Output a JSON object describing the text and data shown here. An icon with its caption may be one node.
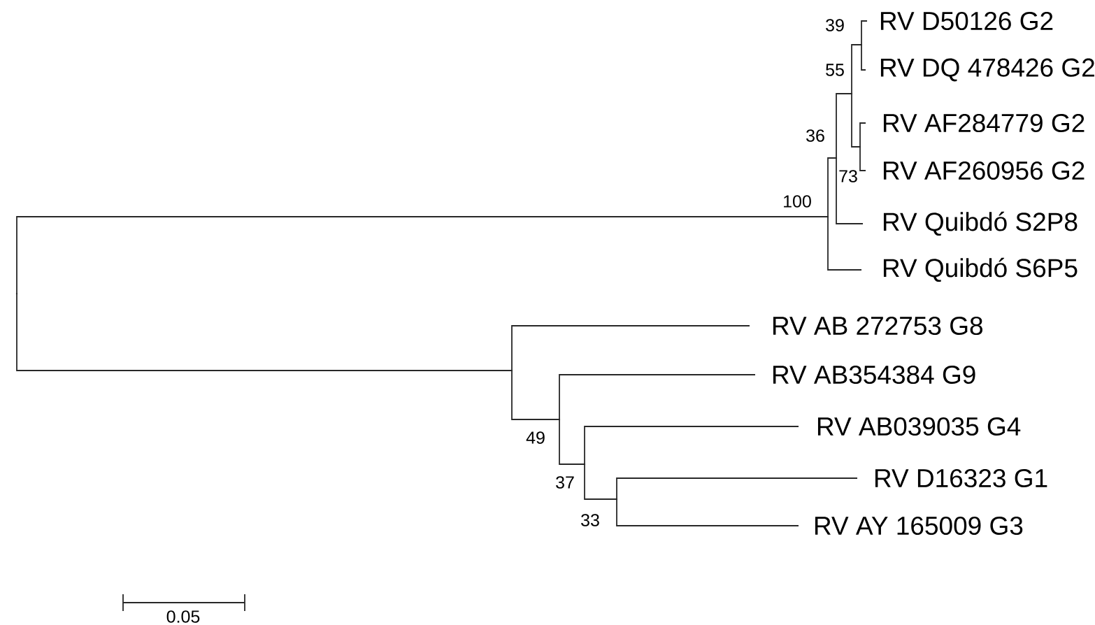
{
  "diagram": {
    "nodes": [
      {
        "text": [],
        "shape": "point"
      },
      {
        "text": [],
        "shape": "point",
        "beside": [
          "100"
        ]
      },
      {
        "text": [],
        "shape": "point",
        "beside": [
          "36"
        ]
      },
      {
        "text": [],
        "shape": "point",
        "beside": [
          "55"
        ]
      },
      {
        "text": [],
        "shape": "point",
        "beside": [
          "39"
        ]
      },
      {
        "text": [
          "RV D50126 G2"
        ]
      },
      {
        "text": [
          "RV DQ 478426 G2"
        ]
      },
      {
        "text": [],
        "shape": "point"
      },
      {
        "text": [
          "RV AF284779 G2"
        ]
      },
      {
        "text": [
          "RV AF260956 G2"
        ]
      },
      {
        "text": [
          "RV Quibdó S2P8"
        ]
      },
      {
        "text": [
          "RV Quibdó S6P5"
        ]
      },
      {
        "text": [],
        "shape": "point"
      },
      {
        "text": [
          "RV AB 272753 G8"
        ]
      },
      {
        "text": [],
        "shape": "point",
        "beside": [
          "49"
        ]
      },
      {
        "text": [
          "RV AB354384 G9"
        ]
      },
      {
        "text": [],
        "shape": "point",
        "beside": [
          "37"
        ]
      },
      {
        "text": [
          "RV AB039035 G4"
        ]
      },
      {
        "text": [],
        "shape": "point",
        "beside": [
          "33"
        ]
      },
      {
        "text": [
          "RV D16323 G1"
        ]
      },
      {
        "text": [
          "RV AY 165009 G3"
        ]
      }
    ],
    "edges": [
      {
        "from": 0,
        "to": 1,
        "arrow": "none"
      },
      {
        "from": 1,
        "to": 2,
        "arrow": "none"
      },
      {
        "from": 2,
        "to": 3,
        "arrow": "none"
      },
      {
        "from": 3,
        "to": 4,
        "arrow": "none"
      },
      {
        "from": 4,
        "to": 5,
        "arrow": "none"
      },
      {
        "from": 4,
        "to": 6,
        "arrow": "none"
      },
      {
        "from": 3,
        "to": 7,
        "arrow": "none"
      },
      {
        "from": 7,
        "to": 8,
        "arrow": "none"
      },
      {
        "from": 7,
        "to": 9,
        "arrow": "none"
      },
      {
        "from": 2,
        "to": 10,
        "arrow": "none"
      },
      {
        "from": 1,
        "to": 11,
        "arrow": "none"
      },
      {
        "from": 0,
        "to": 12,
        "arrow": "none"
      },
      {
        "from": 12,
        "to": 13,
        "arrow": "none"
      },
      {
        "from": 12,
        "to": 14,
        "arrow": "none"
      },
      {
        "from": 14,
        "to": 15,
        "arrow": "none"
      },
      {
        "from": 14,
        "to": 16,
        "arrow": "none"
      },
      {
        "from": 16,
        "to": 17,
        "arrow": "none"
      },
      {
        "from": 16,
        "to": 18,
        "arrow": "none"
      },
      {
        "from": 18,
        "to": 19,
        "arrow": "none"
      },
      {
        "from": 18,
        "to": 20,
        "arrow": "none"
      }
    ],
    "labels": [
      "73",
      "0.05"
    ]
  }
}
